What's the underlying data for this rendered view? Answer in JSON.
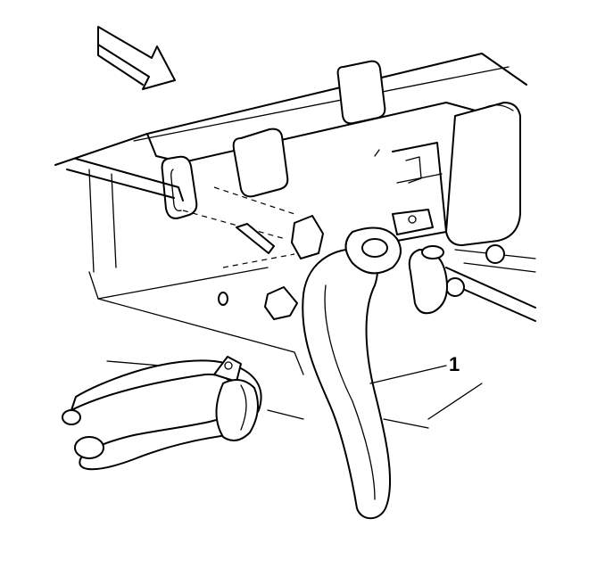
{
  "diagram": {
    "callouts": [
      {
        "label": "1",
        "target": "heater-hose"
      }
    ],
    "direction_arrow": "view-direction-arrow",
    "colors": {
      "line": "#000000",
      "background": "#ffffff"
    }
  }
}
